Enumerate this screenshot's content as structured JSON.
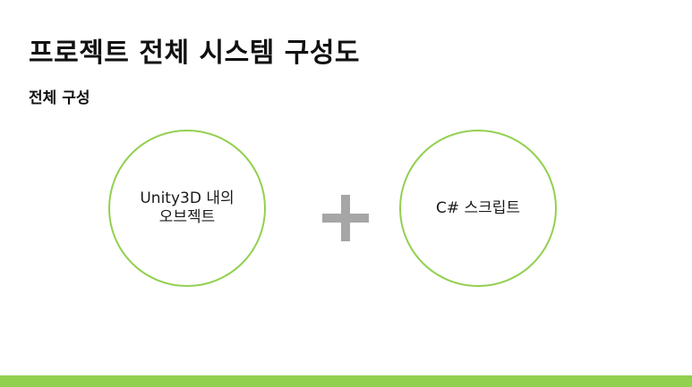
{
  "slide": {
    "title": "프로젝트 전체 시스템 구성도",
    "subtitle": "전체 구성"
  },
  "diagram": {
    "left_node": {
      "line1": "Unity3D 내의",
      "line2": "오브젝트"
    },
    "operator_icon": "plus-icon",
    "right_node": {
      "label": "C# 스크립트"
    }
  },
  "colors": {
    "accent": "#92d050",
    "plus": "#a6a6a6",
    "text": "#111111"
  }
}
